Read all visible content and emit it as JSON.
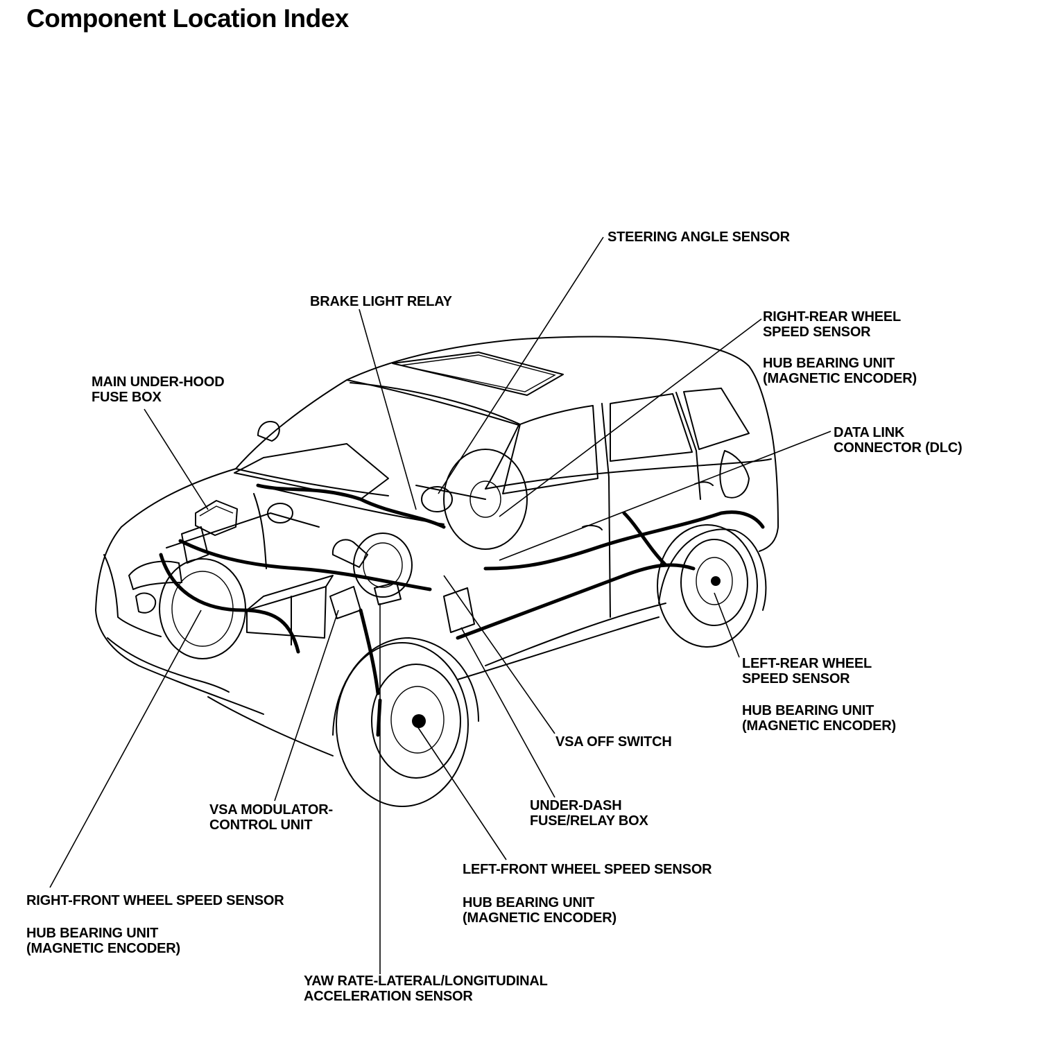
{
  "title": "Component Location Index",
  "callouts": {
    "steering_angle_sensor": {
      "lines": [
        "STEERING ANGLE SENSOR"
      ]
    },
    "brake_light_relay": {
      "lines": [
        "BRAKE LIGHT RELAY"
      ]
    },
    "right_rear_wheel_speed_sensor": {
      "lines": [
        "RIGHT-REAR WHEEL",
        "SPEED SENSOR"
      ]
    },
    "right_rear_hub_bearing_unit": {
      "lines": [
        "HUB BEARING UNIT",
        "(MAGNETIC ENCODER)"
      ]
    },
    "main_under_hood_fuse_box": {
      "lines": [
        "MAIN UNDER-HOOD",
        "FUSE BOX"
      ]
    },
    "data_link_connector": {
      "lines": [
        "DATA LINK",
        "CONNECTOR (DLC)"
      ]
    },
    "left_rear_wheel_speed_sensor": {
      "lines": [
        "LEFT-REAR WHEEL",
        "SPEED SENSOR"
      ]
    },
    "left_rear_hub_bearing_unit": {
      "lines": [
        "HUB BEARING UNIT",
        "(MAGNETIC ENCODER)"
      ]
    },
    "vsa_off_switch": {
      "lines": [
        "VSA OFF SWITCH"
      ]
    },
    "vsa_modulator_control_unit": {
      "lines": [
        "VSA MODULATOR-",
        "CONTROL UNIT"
      ]
    },
    "under_dash_fuse_relay_box": {
      "lines": [
        "UNDER-DASH",
        "FUSE/RELAY BOX"
      ]
    },
    "left_front_wheel_speed_sensor": {
      "lines": [
        "LEFT-FRONT WHEEL SPEED SENSOR"
      ]
    },
    "left_front_hub_bearing_unit": {
      "lines": [
        "HUB BEARING UNIT",
        "(MAGNETIC ENCODER)"
      ]
    },
    "right_front_wheel_speed_sensor": {
      "lines": [
        "RIGHT-FRONT WHEEL SPEED SENSOR"
      ]
    },
    "right_front_hub_bearing_unit": {
      "lines": [
        "HUB BEARING UNIT",
        "(MAGNETIC ENCODER)"
      ]
    },
    "yaw_rate_sensor": {
      "lines": [
        "YAW RATE-LATERAL/LONGITUDINAL",
        "ACCELERATION SENSOR"
      ]
    }
  }
}
